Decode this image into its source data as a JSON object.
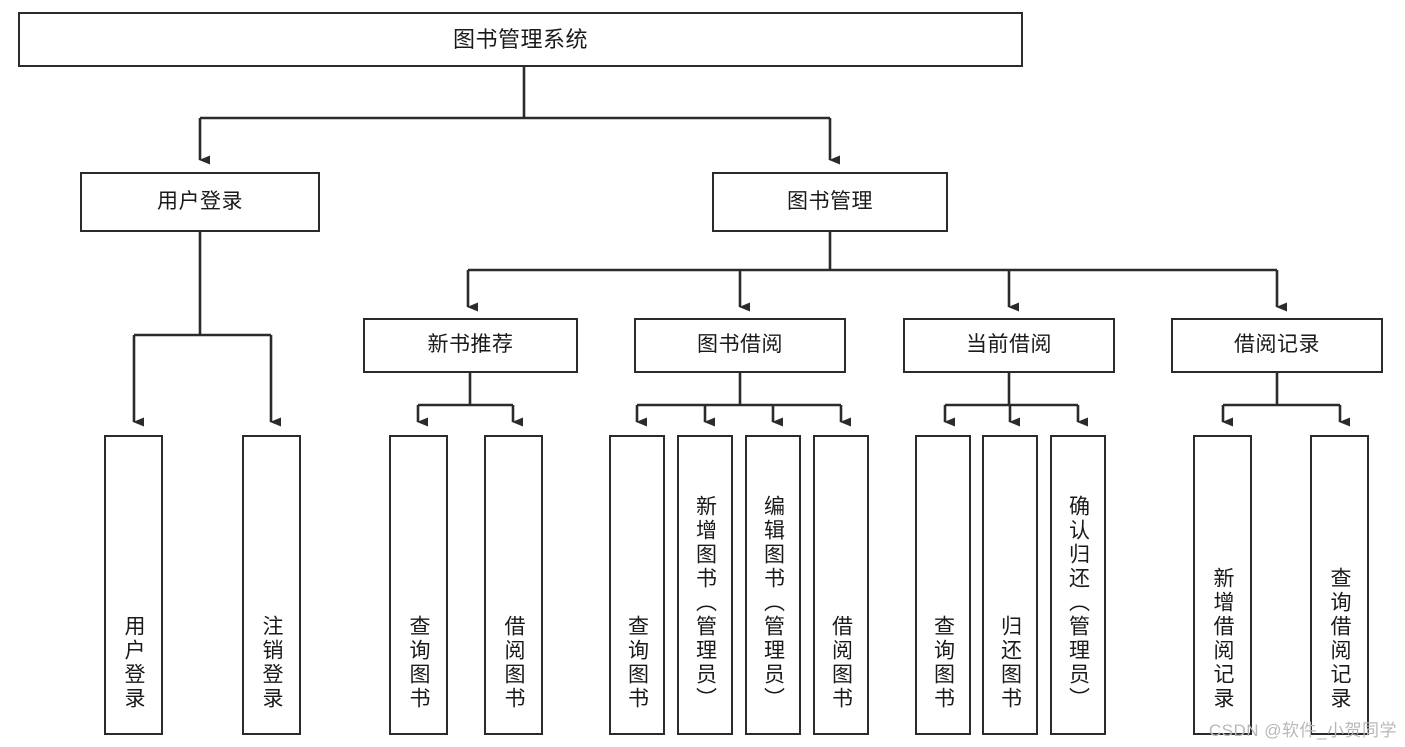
{
  "diagram": {
    "title": "图书管理系统",
    "type": "hierarchy-tree",
    "colors": {
      "box_border": "#2b2b2b",
      "box_fill": "#ffffff",
      "connector": "#2b2b2b",
      "text": "#1a1a1a",
      "watermark": "#b8b8b8"
    },
    "levels": {
      "root": "图书管理系统",
      "level2": [
        "用户登录",
        "图书管理"
      ],
      "level3": [
        "新书推荐",
        "图书借阅",
        "当前借阅",
        "借阅记录"
      ]
    },
    "nodes": {
      "root": {
        "label": "图书管理系统"
      },
      "user_login": {
        "label": "用户登录"
      },
      "book_manage": {
        "label": "图书管理"
      },
      "new_book_rec": {
        "label": "新书推荐"
      },
      "book_borrow": {
        "label": "图书借阅"
      },
      "current_borrow": {
        "label": "当前借阅"
      },
      "borrow_record": {
        "label": "借阅记录"
      },
      "leaf_user_login": {
        "label": "用户登录"
      },
      "leaf_logout": {
        "label": "注销登录"
      },
      "leaf_query_book_1": {
        "label": "查询图书"
      },
      "leaf_borrow_book_1": {
        "label": "借阅图书"
      },
      "leaf_query_book_2": {
        "label": "查询图书"
      },
      "leaf_add_book": {
        "label": "新增图书（管理员）"
      },
      "leaf_edit_book": {
        "label": "编辑图书（管理员）"
      },
      "leaf_borrow_book_2": {
        "label": "借阅图书"
      },
      "leaf_query_book_3": {
        "label": "查询图书"
      },
      "leaf_return_book": {
        "label": "归还图书"
      },
      "leaf_confirm_return": {
        "label": "确认归还（管理员）"
      },
      "leaf_add_record": {
        "label": "新增借阅记录"
      },
      "leaf_query_record": {
        "label": "查询借阅记录"
      }
    }
  },
  "watermark": {
    "text": "CSDN @软件_小贺同学"
  }
}
